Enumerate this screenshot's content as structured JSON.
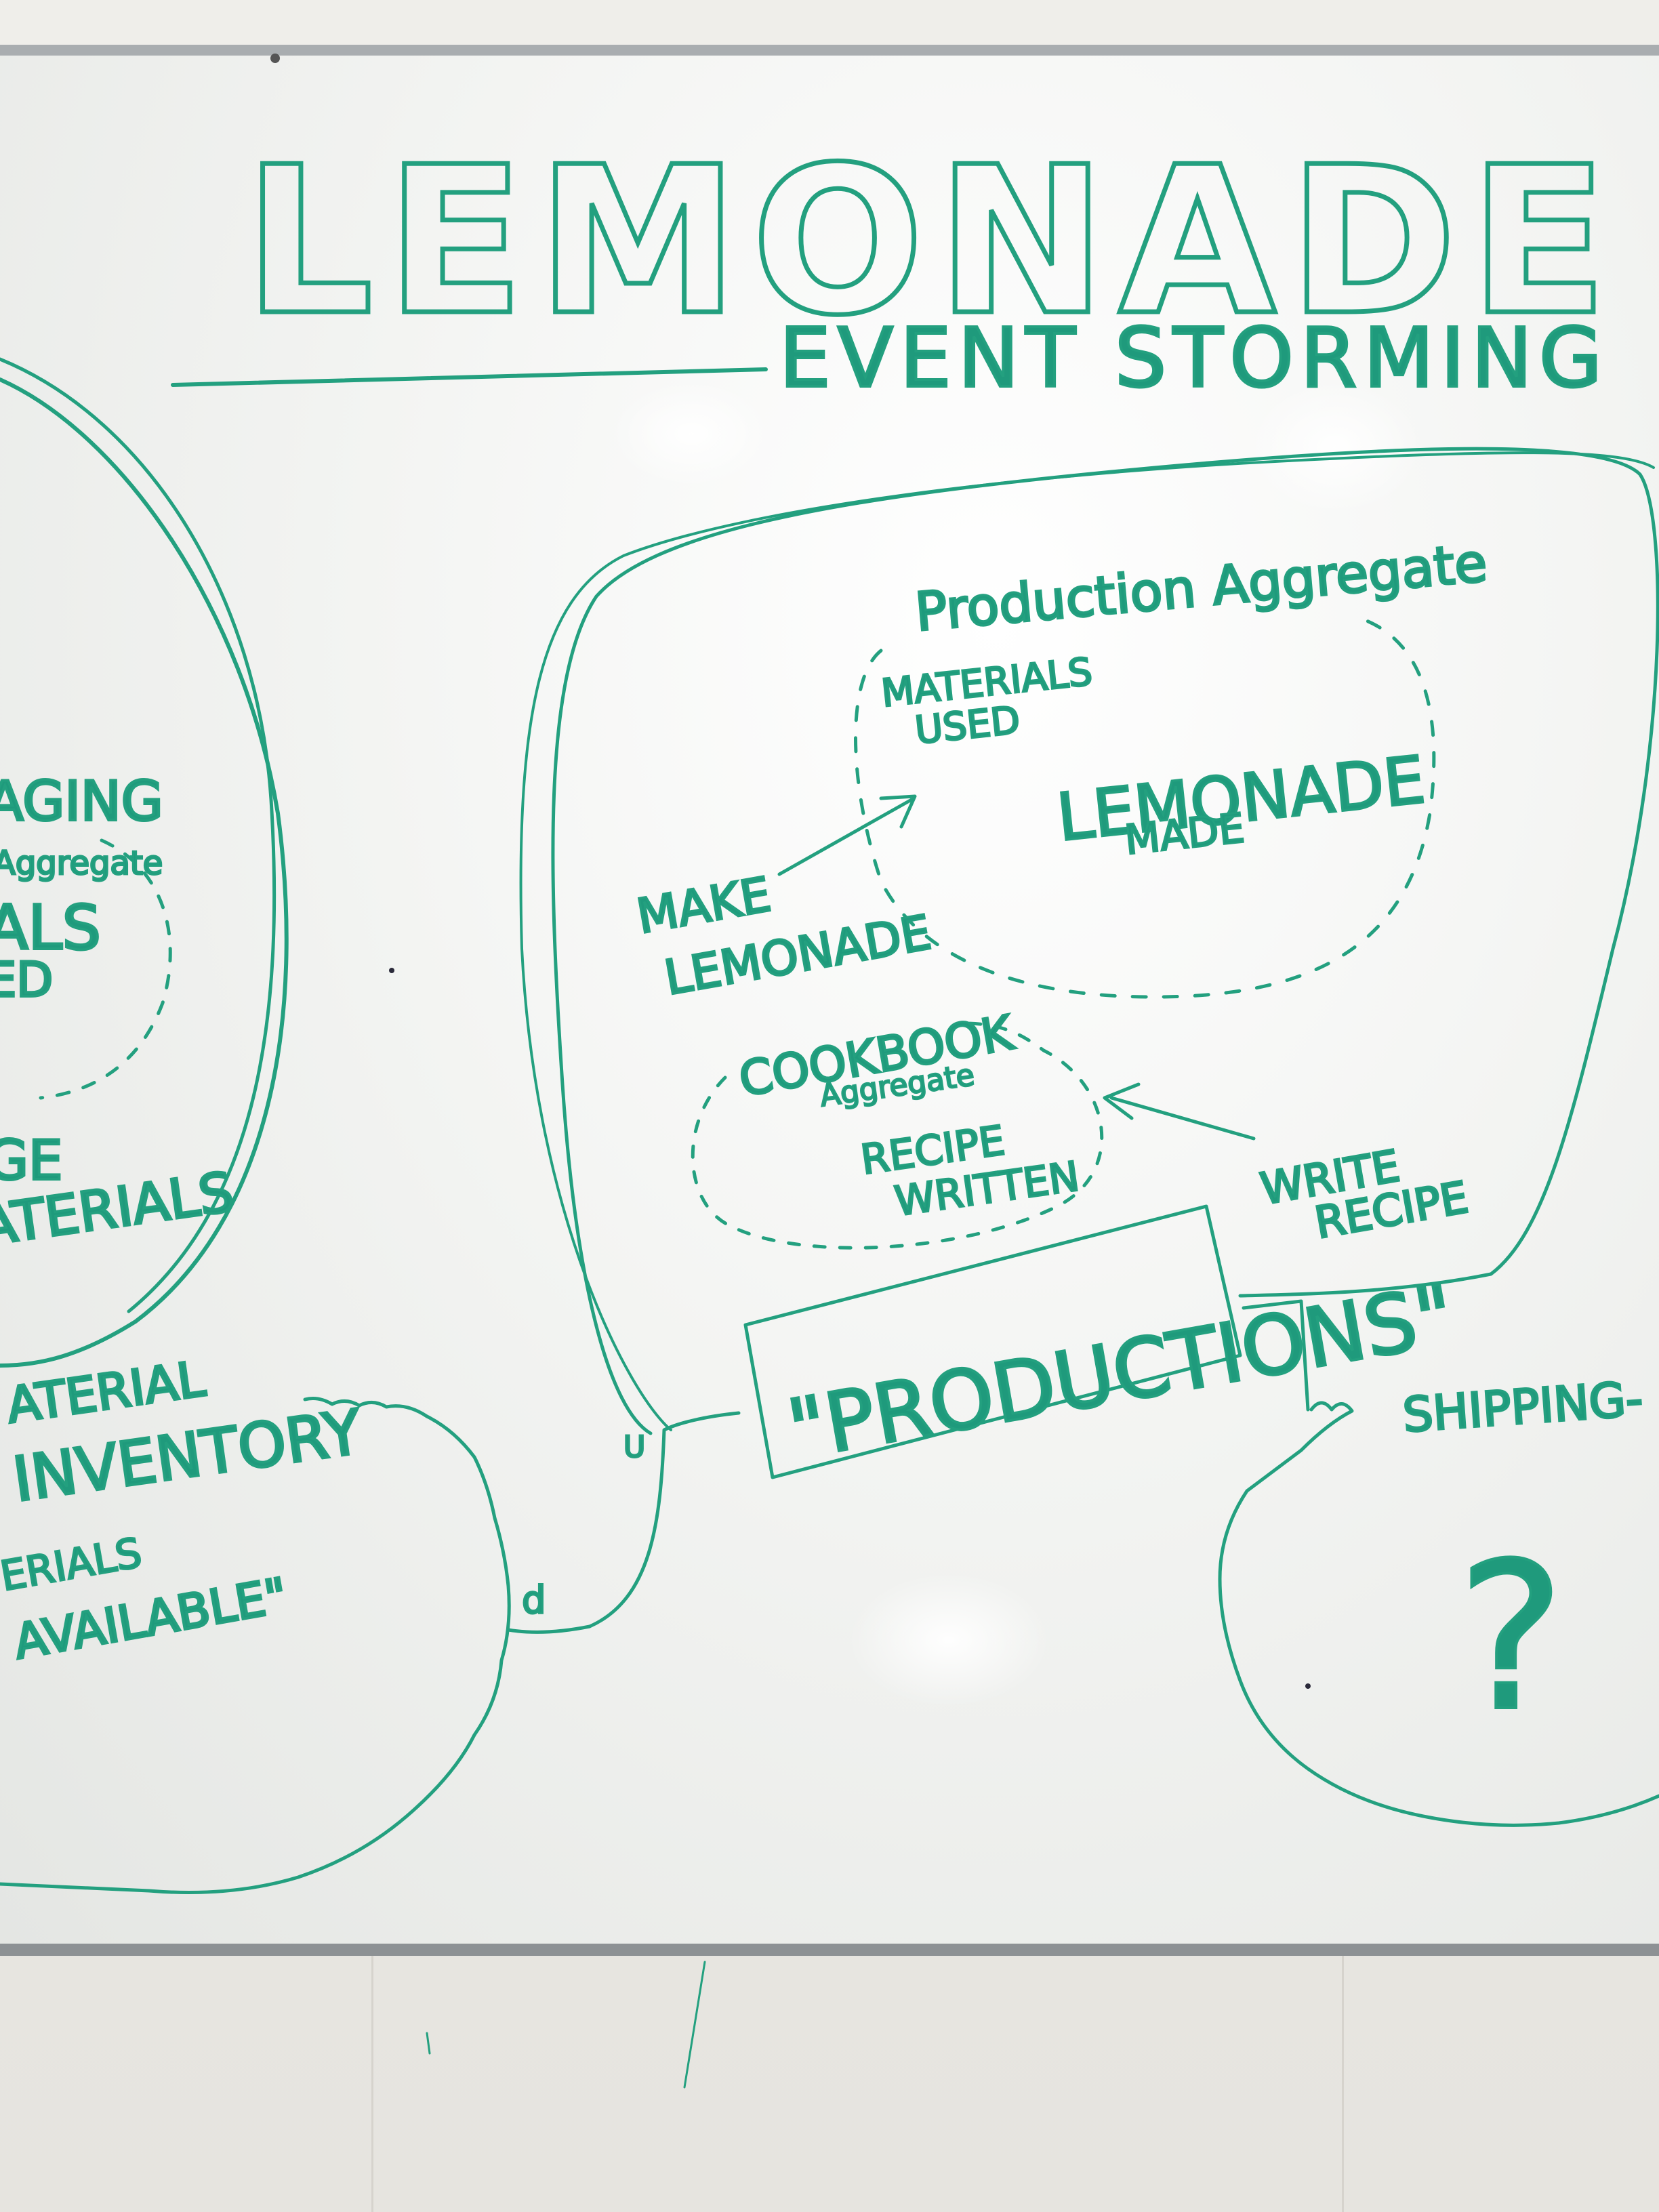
{
  "whiteboard": {
    "title": "LEMONADE S",
    "subtitle": "EVENT STORMING",
    "left_context": {
      "packaging": "AGING",
      "aggregate": "Aggregate",
      "materials": "ALS",
      "used": "ED",
      "manage": "GE",
      "materials_2": "ATERIALS",
      "material": "ATERIAL",
      "inventory": "INVENTORY",
      "materials_available_1": "ERIALS",
      "materials_available_2": "AVAILABLE\""
    },
    "production_context": {
      "aggregate_title": "Production Aggregate",
      "materials_used_1": "MATERIALS",
      "materials_used_2": "USED",
      "lemonade": "LEMONADE",
      "made": "MADE",
      "command_make_1": "MAKE",
      "command_make_2": "LEMONADE",
      "cookbook": "COOKBOOK",
      "cookbook_aggregate": "Aggregate",
      "recipe": "RECIPE",
      "written": "WRITTEN",
      "command_write_1": "WRITE",
      "command_write_2": "RECIPE",
      "context_name": "\"PRODUCTIONS\""
    },
    "relationship": {
      "upstream": "U",
      "downstream": "d"
    },
    "shipping": {
      "label": "SHIPPING-",
      "question": "?"
    },
    "ink_color": "#23a07f"
  }
}
